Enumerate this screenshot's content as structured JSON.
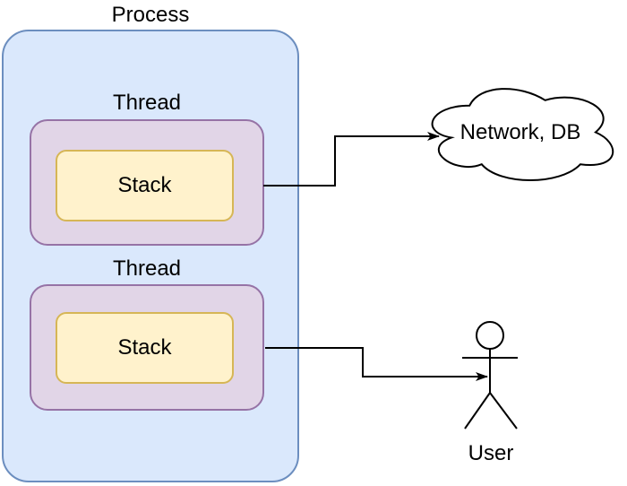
{
  "diagram": {
    "process": {
      "label": "Process"
    },
    "threads": [
      {
        "label": "Thread",
        "stack": {
          "label": "Stack"
        }
      },
      {
        "label": "Thread",
        "stack": {
          "label": "Stack"
        }
      }
    ],
    "network": {
      "label": "Network, DB"
    },
    "user": {
      "label": "User"
    },
    "connectors": [
      {
        "from": "stack-1",
        "to": "network-cloud",
        "style": "orthogonal-arrow"
      },
      {
        "from": "stack-2",
        "to": "user-actor",
        "style": "orthogonal-arrow"
      }
    ]
  },
  "colors": {
    "process_fill": "#dae8fc",
    "process_stroke": "#6c8ebf",
    "thread_fill": "#e1d5e7",
    "thread_stroke": "#9673a6",
    "stack_fill": "#fff2cc",
    "stack_stroke": "#d6b656",
    "cloud_fill": "#ffffff",
    "cloud_stroke": "#000000",
    "connector_stroke": "#000000",
    "text": "#000000"
  }
}
